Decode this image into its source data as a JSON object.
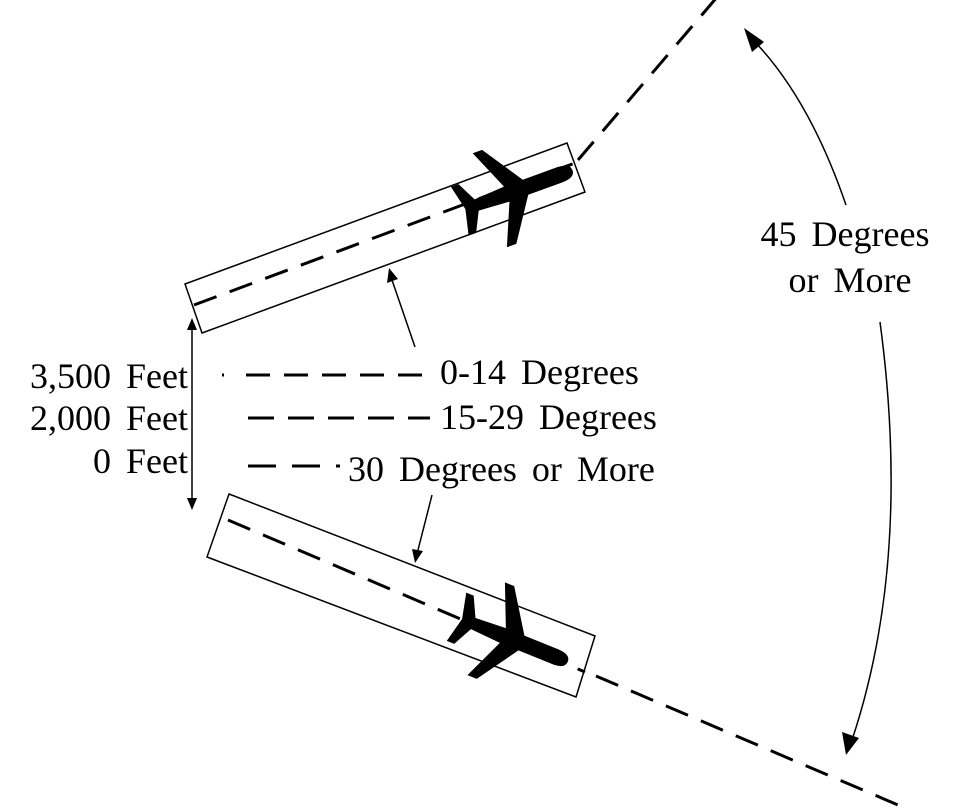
{
  "separation": {
    "dist_3500": "3,500 Feet",
    "dist_2000": "2,000 Feet",
    "dist_0": "0 Feet"
  },
  "angles": {
    "a_0_14": "0-14 Degrees",
    "a_15_29": "15-29 Degrees",
    "a_30_more": "30 Degrees or More",
    "divergence_line1": "45 Degrees",
    "divergence_line2": "or More"
  },
  "colors": {
    "ink": "#000000",
    "background": "#ffffff"
  },
  "icons": [
    "airplane-icon",
    "arrowhead-icon"
  ]
}
